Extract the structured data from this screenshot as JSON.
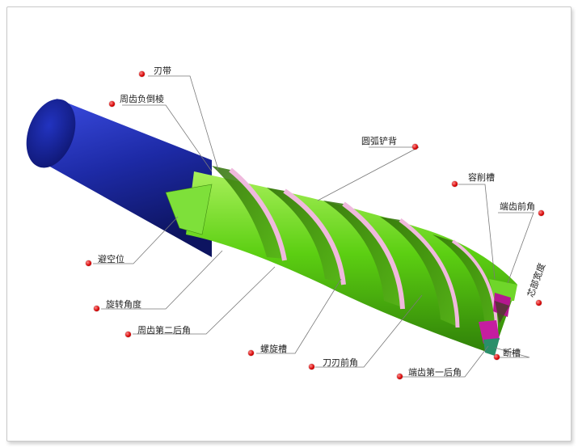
{
  "labels": {
    "margin_land": "刃带",
    "peripheral_negative_chamfer": "周齿负倒棱",
    "arc_relief_back": "圆弧铲背",
    "chip_flute": "容削槽",
    "end_rake_angle": "端齿前角",
    "core_width": "芯部宽度",
    "clearance": "避空位",
    "rotation_angle": "旋转角度",
    "peripheral_second_clearance": "周齿第二后角",
    "helical_flute": "螺旋槽",
    "edge_rake_angle": "刀刃前角",
    "end_first_clearance": "端齿第一后角",
    "break_flute": "断槽"
  },
  "colors": {
    "shank": "#1d2aa6",
    "flute_green": "#63d31a",
    "edge_pink": "#e8b6d8",
    "tip_magenta": "#b5178f",
    "marker_red": "#d40000",
    "leader_line": "#7a7a7a"
  }
}
